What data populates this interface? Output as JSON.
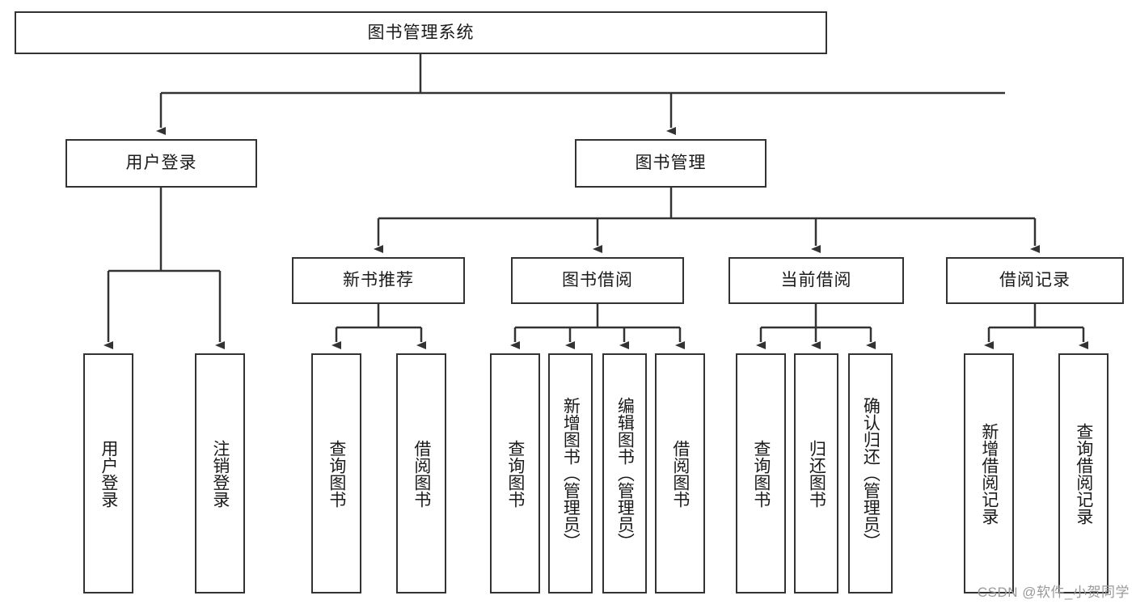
{
  "diagram": {
    "title": "图书管理系统",
    "type": "tree-hierarchy",
    "watermark": "CSDN @软件_小贺同学",
    "colors": {
      "stroke": "#333333",
      "fill": "#ffffff",
      "text": "#1a1a1a",
      "watermark": "#9a9a9a"
    },
    "nodes": {
      "root": {
        "label": "图书管理系统",
        "level": 1,
        "orientation": "horizontal"
      },
      "l2": [
        {
          "id": "user-login",
          "label": "用户登录",
          "level": 2,
          "orientation": "horizontal"
        },
        {
          "id": "book-manage",
          "label": "图书管理",
          "level": 2,
          "orientation": "horizontal"
        }
      ],
      "l3": [
        {
          "id": "new-book-rec",
          "label": "新书推荐",
          "level": 3,
          "orientation": "horizontal"
        },
        {
          "id": "book-borrow",
          "label": "图书借阅",
          "level": 3,
          "orientation": "horizontal"
        },
        {
          "id": "current-borrow",
          "label": "当前借阅",
          "level": 3,
          "orientation": "horizontal"
        },
        {
          "id": "borrow-record",
          "label": "借阅记录",
          "level": 3,
          "orientation": "horizontal"
        }
      ],
      "leaves": [
        {
          "id": "leaf-user-login",
          "label": "用户登录",
          "parent": "user-login",
          "orientation": "vertical"
        },
        {
          "id": "leaf-logout",
          "label": "注销登录",
          "parent": "user-login",
          "orientation": "vertical"
        },
        {
          "id": "leaf-query-book-1",
          "label": "查询图书",
          "parent": "new-book-rec",
          "orientation": "vertical"
        },
        {
          "id": "leaf-borrow-book-1",
          "label": "借阅图书",
          "parent": "new-book-rec",
          "orientation": "vertical"
        },
        {
          "id": "leaf-query-book-2",
          "label": "查询图书",
          "parent": "book-borrow",
          "orientation": "vertical"
        },
        {
          "id": "leaf-add-book",
          "label": "新增图书（管理员）",
          "parent": "book-borrow",
          "orientation": "vertical"
        },
        {
          "id": "leaf-edit-book",
          "label": "编辑图书（管理员）",
          "parent": "book-borrow",
          "orientation": "vertical"
        },
        {
          "id": "leaf-borrow-book-2",
          "label": "借阅图书",
          "parent": "book-borrow",
          "orientation": "vertical"
        },
        {
          "id": "leaf-query-book-3",
          "label": "查询图书",
          "parent": "current-borrow",
          "orientation": "vertical"
        },
        {
          "id": "leaf-return-book",
          "label": "归还图书",
          "parent": "current-borrow",
          "orientation": "vertical"
        },
        {
          "id": "leaf-confirm-return",
          "label": "确认归还（管理员）",
          "parent": "current-borrow",
          "orientation": "vertical"
        },
        {
          "id": "leaf-add-record",
          "label": "新增借阅记录",
          "parent": "borrow-record",
          "orientation": "vertical"
        },
        {
          "id": "leaf-query-record",
          "label": "查询借阅记录",
          "parent": "borrow-record",
          "orientation": "vertical"
        }
      ]
    }
  }
}
